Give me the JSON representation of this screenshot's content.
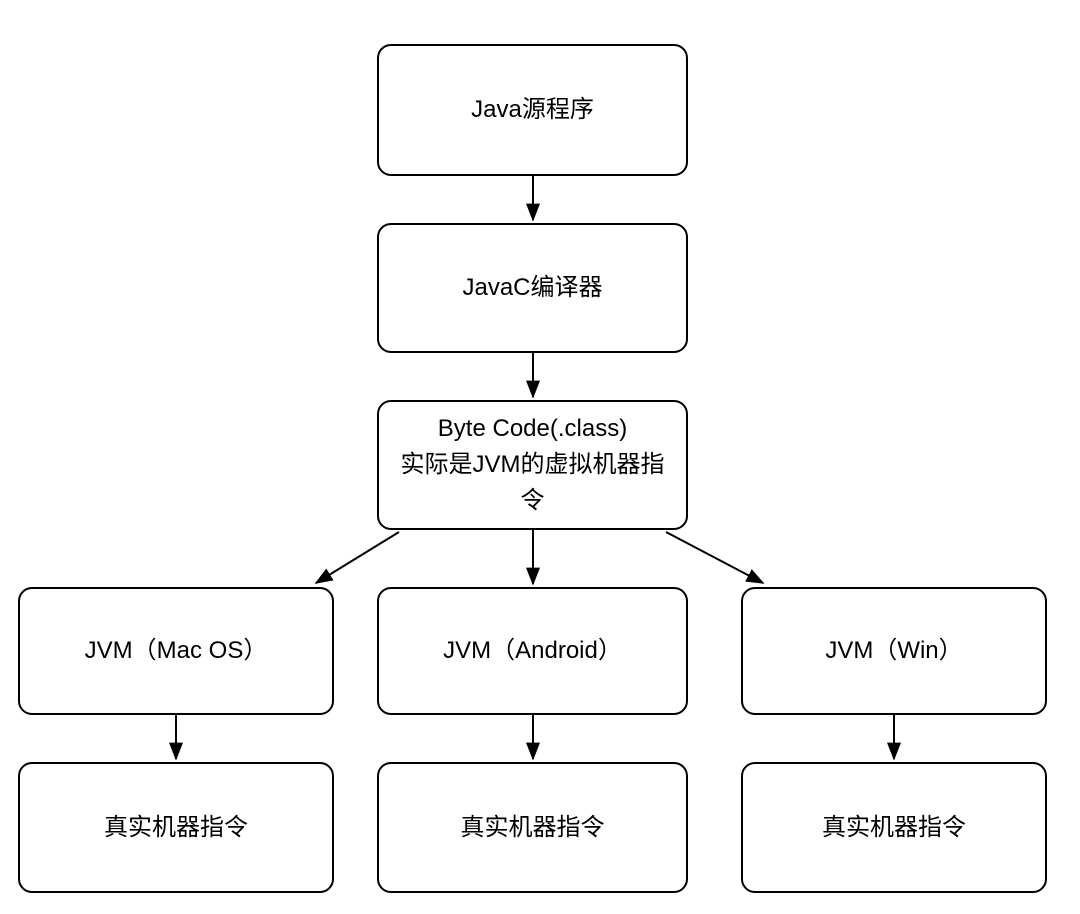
{
  "diagram": {
    "background_color": "#ffffff",
    "stroke_color": "#000000",
    "text_color": "#000000",
    "nodes": {
      "source": {
        "label": "Java源程序"
      },
      "compiler": {
        "label": "JavaC编译器"
      },
      "bytecode": {
        "line1": "Byte Code(.class)",
        "line2": "实际是JVM的虚拟机器指令"
      },
      "jvm_mac": {
        "label": "JVM（Mac OS）"
      },
      "jvm_android": {
        "label": "JVM（Android）"
      },
      "jvm_win": {
        "label": "JVM（Win）"
      },
      "machine_mac": {
        "label": "真实机器指令"
      },
      "machine_android": {
        "label": "真实机器指令"
      },
      "machine_win": {
        "label": "真实机器指令"
      }
    },
    "edges": [
      {
        "from": "Java源程序",
        "to": "JavaC编译器"
      },
      {
        "from": "JavaC编译器",
        "to": "Byte Code(.class) 实际是JVM的虚拟机器指令"
      },
      {
        "from": "Byte Code(.class) 实际是JVM的虚拟机器指令",
        "to": "JVM（Mac OS）"
      },
      {
        "from": "Byte Code(.class) 实际是JVM的虚拟机器指令",
        "to": "JVM（Android）"
      },
      {
        "from": "Byte Code(.class) 实际是JVM的虚拟机器指令",
        "to": "JVM（Win）"
      },
      {
        "from": "JVM（Mac OS）",
        "to": "真实机器指令"
      },
      {
        "from": "JVM（Android）",
        "to": "真实机器指令"
      },
      {
        "from": "JVM（Win）",
        "to": "真实机器指令"
      }
    ]
  }
}
